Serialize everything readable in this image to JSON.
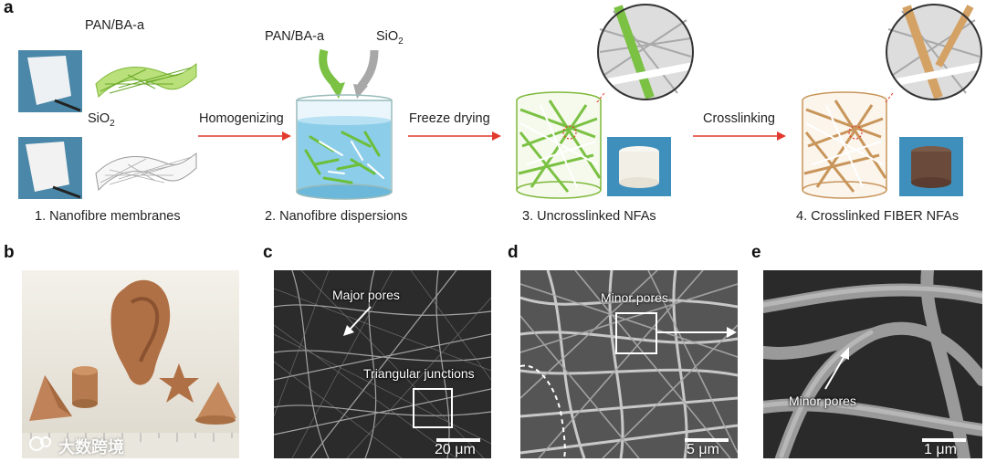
{
  "panels": {
    "a": "a",
    "b": "b",
    "c": "c",
    "d": "d",
    "e": "e"
  },
  "panel_a": {
    "material_top": "PAN/BA-a",
    "material_bottom": "SiO",
    "material_bottom_sub": "2",
    "dispersion_label_left": "PAN/BA-a",
    "dispersion_label_right": "SiO",
    "dispersion_label_right_sub": "2",
    "arrow1": "Homogenizing",
    "arrow2": "Freeze drying",
    "arrow3": "Crosslinking",
    "step1": "1. Nanofibre membranes",
    "step2": "2. Nanofibre dispersions",
    "step3": "3. Uncrosslinked NFAs",
    "step4": "4. Crosslinked FIBER NFAs",
    "colors": {
      "arrow": "#e23a2e",
      "green_fibre": "#8cc63f",
      "tan_fibre": "#c8955a",
      "water": "#7fc6e6"
    }
  },
  "panel_b": {
    "watermark": "大数跨境"
  },
  "panel_c": {
    "annotation1": "Major pores",
    "annotation2": "Triangular junctions",
    "scale": "20 μm"
  },
  "panel_d": {
    "annotation1": "Minor pores",
    "scale": "5 μm"
  },
  "panel_e": {
    "annotation1": "Minor pores",
    "scale": "1 μm"
  }
}
